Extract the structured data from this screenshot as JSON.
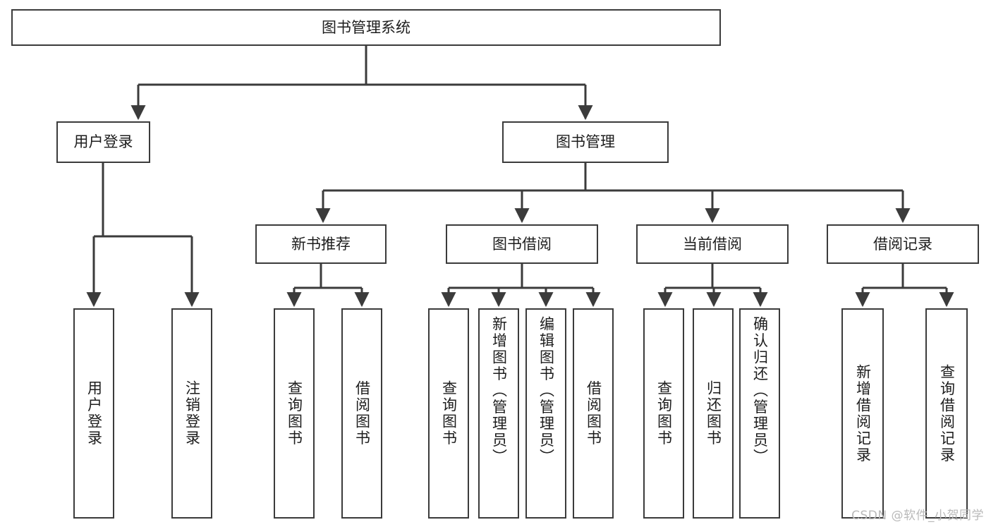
{
  "diagram": {
    "title": "图书管理系统",
    "type": "tree-hierarchy-chart",
    "watermark": "CSDN @软件_小贺同学",
    "stroke_color": "#3b3b3b",
    "text_color": "#1d1d1d",
    "background_color": "#ffffff"
  },
  "root": {
    "label": "图书管理系统"
  },
  "level1": [
    {
      "label": "用户登录"
    },
    {
      "label": "图书管理"
    }
  ],
  "level2": [
    {
      "label": "新书推荐"
    },
    {
      "label": "图书借阅"
    },
    {
      "label": "当前借阅"
    },
    {
      "label": "借阅记录"
    }
  ],
  "leaves": {
    "user_login": [
      {
        "label": "用户登录"
      },
      {
        "label": "注销登录"
      }
    ],
    "new_book_recommend": [
      {
        "label": "查询图书"
      },
      {
        "label": "借阅图书"
      }
    ],
    "book_borrow": [
      {
        "label": "查询图书"
      },
      {
        "label": "新增图书（管理员）"
      },
      {
        "label": "编辑图书（管理员）"
      },
      {
        "label": "借阅图书"
      }
    ],
    "current_borrow": [
      {
        "label": "查询图书"
      },
      {
        "label": "归还图书"
      },
      {
        "label": "确认归还（管理员）"
      }
    ],
    "borrow_record": [
      {
        "label": "新增借阅记录"
      },
      {
        "label": "查询借阅记录"
      }
    ]
  }
}
